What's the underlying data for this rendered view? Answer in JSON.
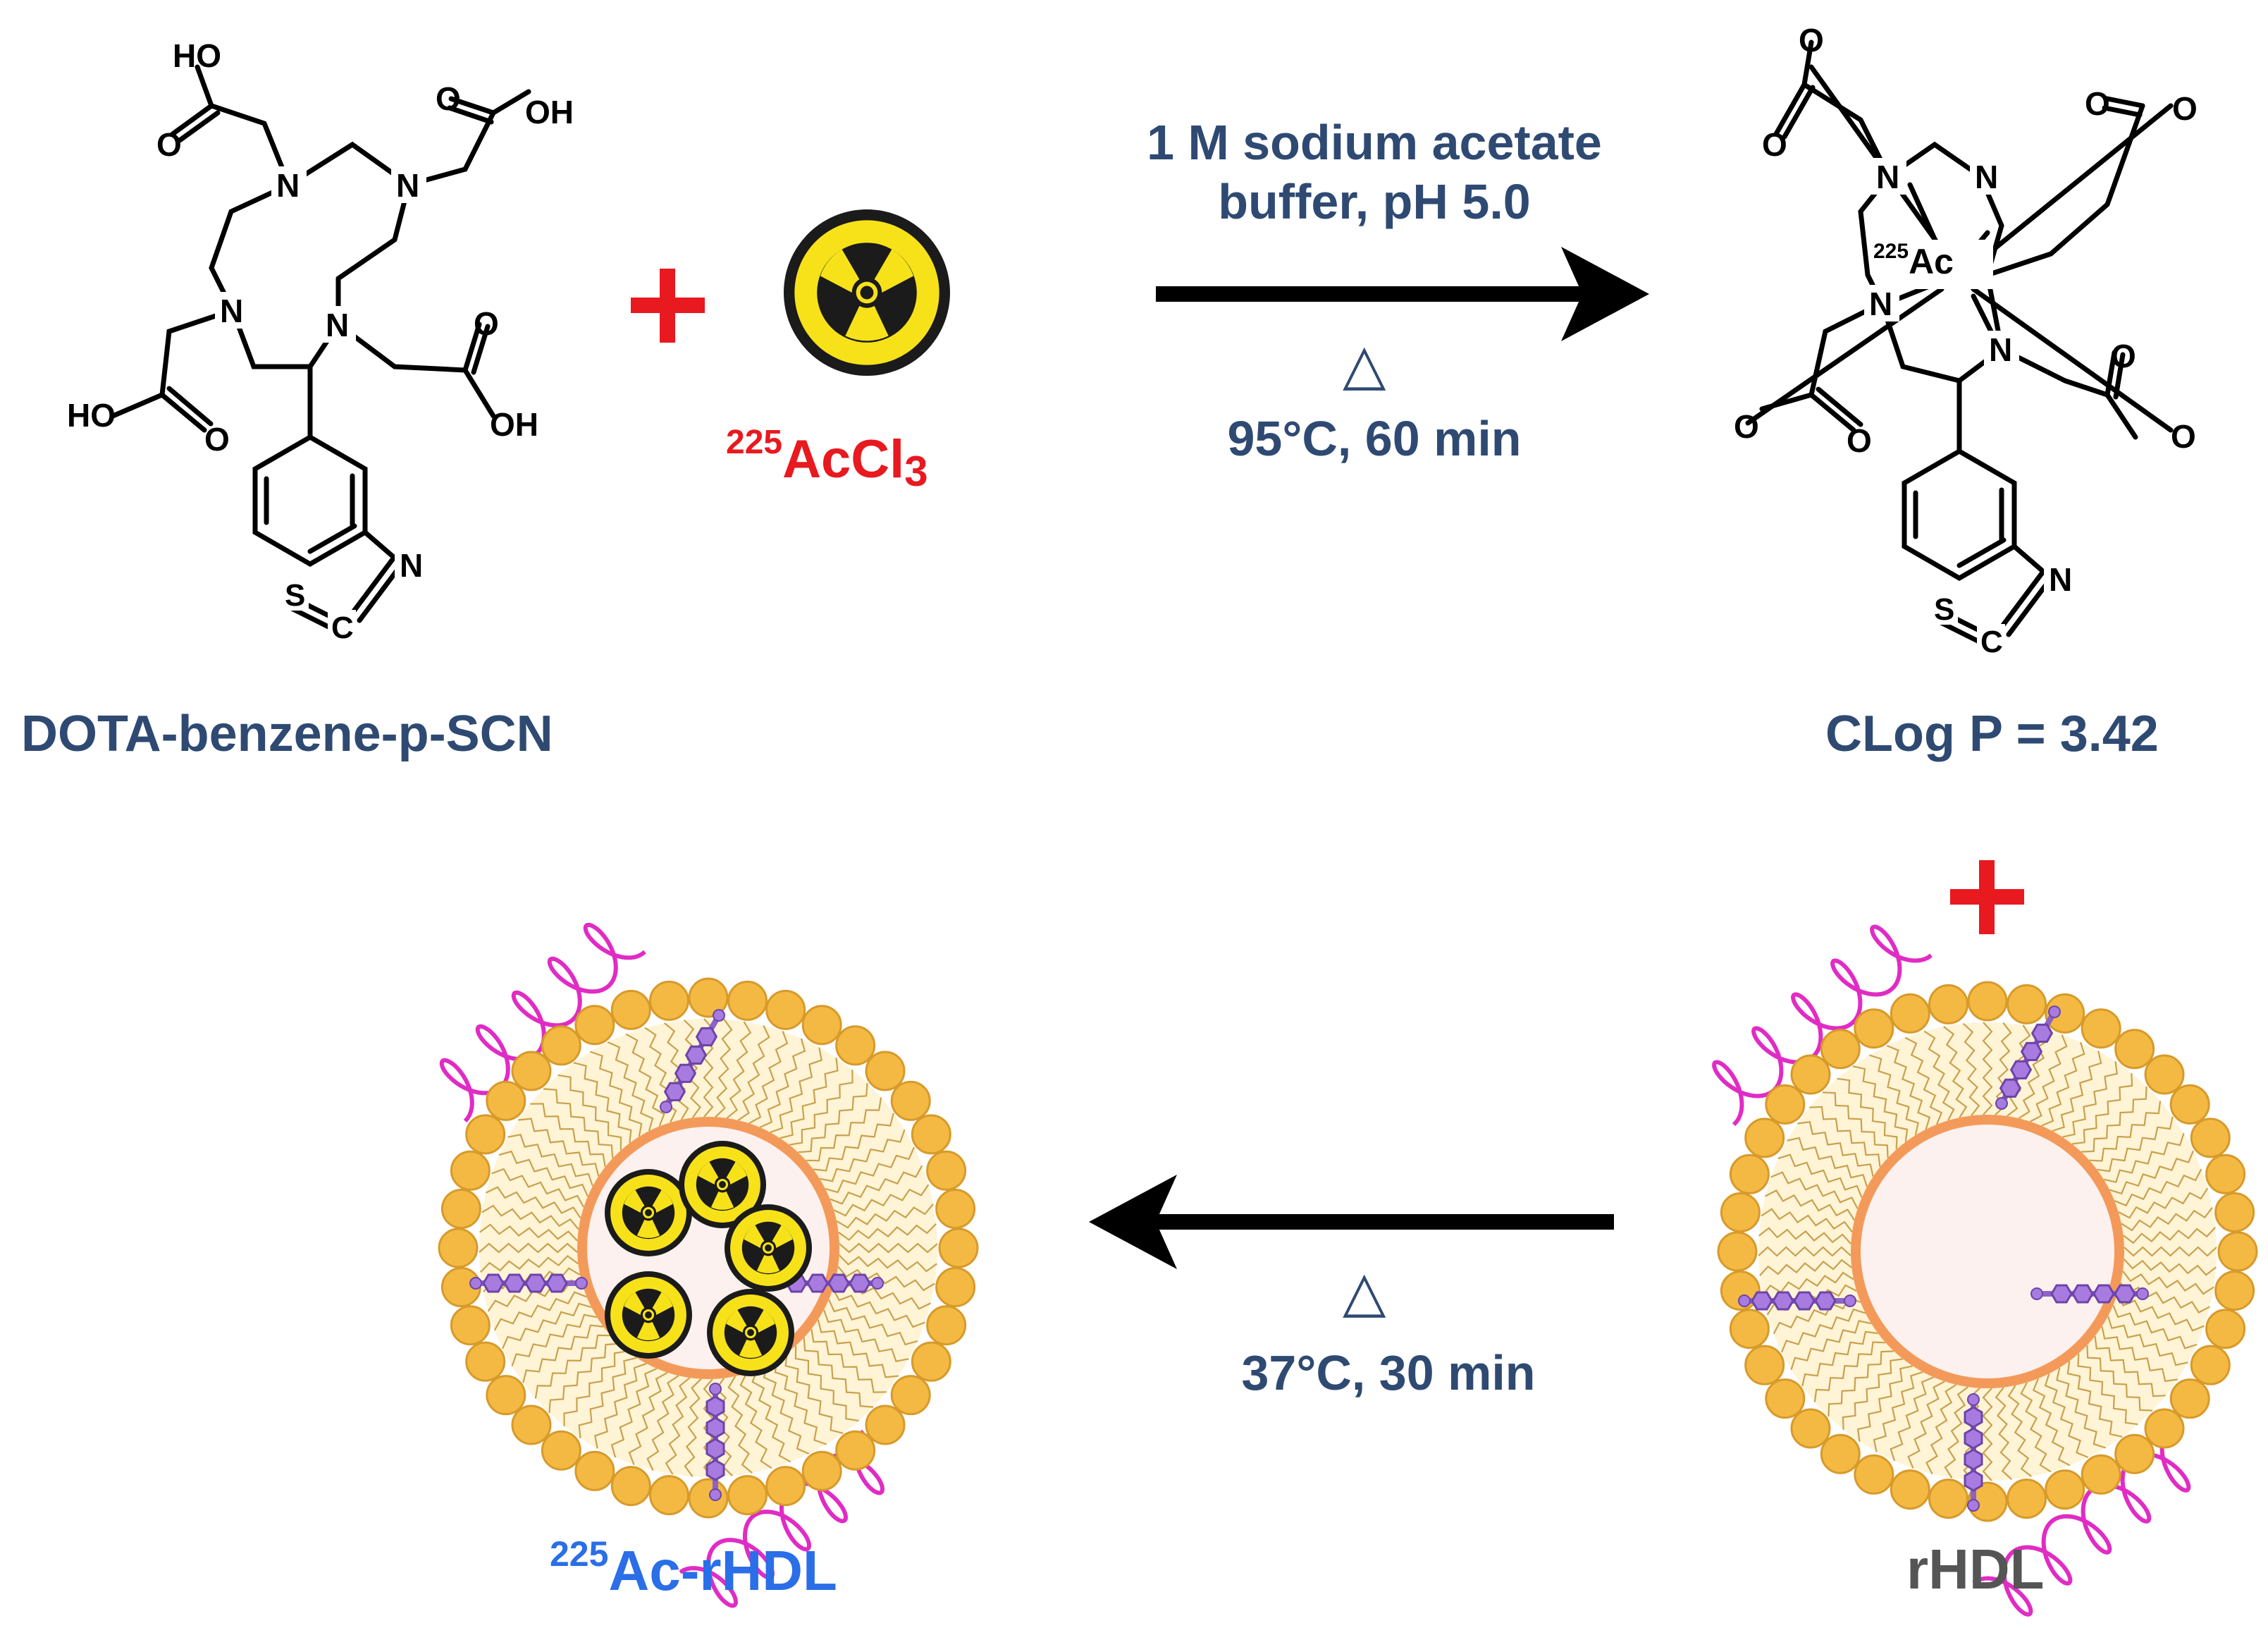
{
  "reactant": {
    "name": "DOTA-benzene-p-SCN",
    "atoms": {
      "ho1": "HO",
      "oh1": "OH",
      "ho2": "HO",
      "oh2": "OH",
      "o": "O",
      "n": "N",
      "s": "S",
      "c": "C"
    }
  },
  "plus_symbol": "+",
  "actinium_salt": {
    "mass_number": "225",
    "formula_main": "AcCl",
    "subscript": "3"
  },
  "step1": {
    "line1": "1 M sodium acetate",
    "line2": "buffer, pH 5.0",
    "heat_symbol": "△",
    "conditions": "95°C, 60 min"
  },
  "complex": {
    "metal_mass": "225",
    "metal": "Ac",
    "clogp": "CLog P = 3.42"
  },
  "step2": {
    "heat_symbol": "△",
    "conditions": "37°C, 30 min"
  },
  "rhdl": {
    "label": "rHDL"
  },
  "product": {
    "mass_number": "225",
    "label": "Ac-rHDL"
  },
  "colors": {
    "text_navy": "#2f4a72",
    "red": "#e8191f",
    "blue": "#2a6ee8",
    "gray": "#555555",
    "lipid_head": "#f4b942",
    "helix": "#e02cc4",
    "cholesterol": "#8f62c6",
    "core_ring": "#f39a5a",
    "radiation_yellow": "#f7e21a"
  }
}
